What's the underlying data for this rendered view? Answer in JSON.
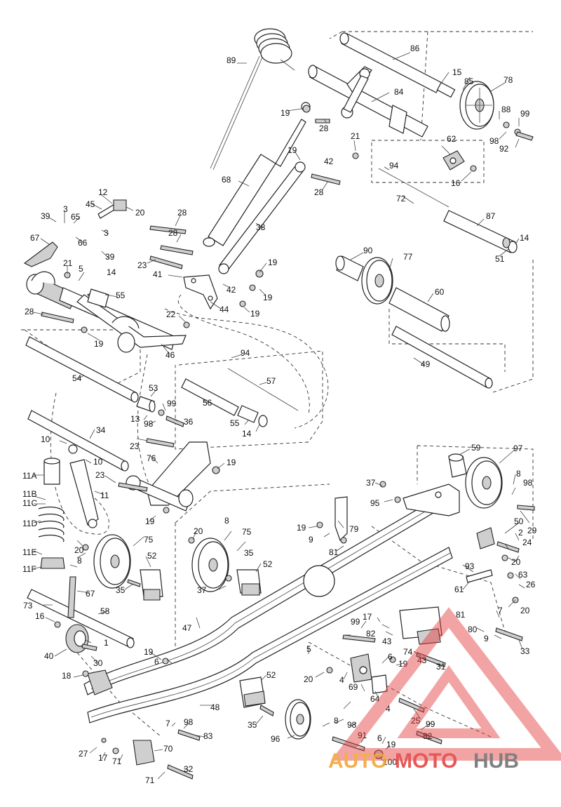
{
  "labels": [
    {
      "id": "p89",
      "text": "89"
    },
    {
      "id": "p86",
      "text": "86"
    },
    {
      "id": "p15",
      "text": "15"
    },
    {
      "id": "p85",
      "text": "85"
    },
    {
      "id": "p78",
      "text": "78"
    },
    {
      "id": "p84",
      "text": "84"
    },
    {
      "id": "p19a",
      "text": "19"
    },
    {
      "id": "p28a",
      "text": "28"
    },
    {
      "id": "p88",
      "text": "88"
    },
    {
      "id": "p99a",
      "text": "99"
    },
    {
      "id": "p98a",
      "text": "98"
    },
    {
      "id": "p92",
      "text": "92"
    },
    {
      "id": "p21a",
      "text": "21"
    },
    {
      "id": "p62",
      "text": "62"
    },
    {
      "id": "p19b",
      "text": "19"
    },
    {
      "id": "p42a",
      "text": "42"
    },
    {
      "id": "p94a",
      "text": "94"
    },
    {
      "id": "p16a",
      "text": "16"
    },
    {
      "id": "p68",
      "text": "68"
    },
    {
      "id": "p28b",
      "text": "28"
    },
    {
      "id": "p72",
      "text": "72"
    },
    {
      "id": "p12",
      "text": "12"
    },
    {
      "id": "p45",
      "text": "45"
    },
    {
      "id": "p20a",
      "text": "20"
    },
    {
      "id": "p39a",
      "text": "39"
    },
    {
      "id": "p3a",
      "text": "3"
    },
    {
      "id": "p65",
      "text": "65"
    },
    {
      "id": "p28c",
      "text": "28"
    },
    {
      "id": "p87",
      "text": "87"
    },
    {
      "id": "p38",
      "text": "38"
    },
    {
      "id": "p14a",
      "text": "14"
    },
    {
      "id": "p67a",
      "text": "67"
    },
    {
      "id": "p3b",
      "text": "3"
    },
    {
      "id": "p66",
      "text": "66"
    },
    {
      "id": "p39b",
      "text": "39"
    },
    {
      "id": "p28d",
      "text": "28"
    },
    {
      "id": "p51",
      "text": "51"
    },
    {
      "id": "p90",
      "text": "90"
    },
    {
      "id": "p77",
      "text": "77"
    },
    {
      "id": "p21b",
      "text": "21"
    },
    {
      "id": "p23a",
      "text": "23"
    },
    {
      "id": "p19c",
      "text": "19"
    },
    {
      "id": "p5a",
      "text": "5"
    },
    {
      "id": "p41",
      "text": "41"
    },
    {
      "id": "p14b",
      "text": "14"
    },
    {
      "id": "p42b",
      "text": "42"
    },
    {
      "id": "p19d",
      "text": "19"
    },
    {
      "id": "p55a",
      "text": "55"
    },
    {
      "id": "p60",
      "text": "60"
    },
    {
      "id": "p44",
      "text": "44"
    },
    {
      "id": "p19e",
      "text": "19"
    },
    {
      "id": "p28e",
      "text": "28"
    },
    {
      "id": "p22",
      "text": "22"
    },
    {
      "id": "p19f",
      "text": "19"
    },
    {
      "id": "p46",
      "text": "46"
    },
    {
      "id": "p49",
      "text": "49"
    },
    {
      "id": "p94b",
      "text": "94"
    },
    {
      "id": "p54",
      "text": "54"
    },
    {
      "id": "p57",
      "text": "57"
    },
    {
      "id": "p53",
      "text": "53"
    },
    {
      "id": "p56",
      "text": "56"
    },
    {
      "id": "p99b",
      "text": "99"
    },
    {
      "id": "p13",
      "text": "13"
    },
    {
      "id": "p98b",
      "text": "98"
    },
    {
      "id": "p36",
      "text": "36"
    },
    {
      "id": "p55b",
      "text": "55"
    },
    {
      "id": "p14c",
      "text": "14"
    },
    {
      "id": "p34",
      "text": "34"
    },
    {
      "id": "p10a",
      "text": "10"
    },
    {
      "id": "p23b",
      "text": "23"
    },
    {
      "id": "p59",
      "text": "59"
    },
    {
      "id": "p97",
      "text": "97"
    },
    {
      "id": "p10b",
      "text": "10"
    },
    {
      "id": "p76",
      "text": "76"
    },
    {
      "id": "p19g",
      "text": "19"
    },
    {
      "id": "p11A",
      "text": "11A"
    },
    {
      "id": "p23c",
      "text": "23"
    },
    {
      "id": "p37a",
      "text": "37"
    },
    {
      "id": "p8a",
      "text": "8"
    },
    {
      "id": "p98c",
      "text": "98"
    },
    {
      "id": "p11B",
      "text": "11B"
    },
    {
      "id": "p11C",
      "text": "11C"
    },
    {
      "id": "p11",
      "text": "11"
    },
    {
      "id": "p95",
      "text": "95"
    },
    {
      "id": "p29",
      "text": "29"
    },
    {
      "id": "p11D",
      "text": "11D"
    },
    {
      "id": "p19h",
      "text": "19"
    },
    {
      "id": "p20b",
      "text": "20"
    },
    {
      "id": "p8b",
      "text": "8"
    },
    {
      "id": "p75a",
      "text": "75"
    },
    {
      "id": "p19i",
      "text": "19"
    },
    {
      "id": "p79",
      "text": "79"
    },
    {
      "id": "p50",
      "text": "50"
    },
    {
      "id": "p9a",
      "text": "9"
    },
    {
      "id": "p2",
      "text": "2"
    },
    {
      "id": "p24",
      "text": "24"
    },
    {
      "id": "p20c",
      "text": "20"
    },
    {
      "id": "p75b",
      "text": "75"
    },
    {
      "id": "p81a",
      "text": "81"
    },
    {
      "id": "p11E",
      "text": "11E"
    },
    {
      "id": "p8c",
      "text": "8"
    },
    {
      "id": "p20d",
      "text": "20"
    },
    {
      "id": "p35a",
      "text": "35"
    },
    {
      "id": "p11F",
      "text": "11F"
    },
    {
      "id": "p52a",
      "text": "52"
    },
    {
      "id": "p52b",
      "text": "52"
    },
    {
      "id": "p93",
      "text": "93"
    },
    {
      "id": "p63",
      "text": "63"
    },
    {
      "id": "p26",
      "text": "26"
    },
    {
      "id": "p35b",
      "text": "35"
    },
    {
      "id": "p37b",
      "text": "37"
    },
    {
      "id": "p61",
      "text": "61"
    },
    {
      "id": "p67b",
      "text": "67"
    },
    {
      "id": "p20e",
      "text": "20"
    },
    {
      "id": "p73",
      "text": "73"
    },
    {
      "id": "p58",
      "text": "58"
    },
    {
      "id": "p7a",
      "text": "7"
    },
    {
      "id": "p81b",
      "text": "81"
    },
    {
      "id": "p16b",
      "text": "16"
    },
    {
      "id": "p17a",
      "text": "17"
    },
    {
      "id": "p47",
      "text": "47"
    },
    {
      "id": "p99c",
      "text": "99"
    },
    {
      "id": "p80",
      "text": "80"
    },
    {
      "id": "p1",
      "text": "1"
    },
    {
      "id": "p82a",
      "text": "82"
    },
    {
      "id": "p43a",
      "text": "43"
    },
    {
      "id": "p74",
      "text": "74"
    },
    {
      "id": "p9b",
      "text": "9"
    },
    {
      "id": "p33",
      "text": "33"
    },
    {
      "id": "p40",
      "text": "40"
    },
    {
      "id": "p30",
      "text": "30"
    },
    {
      "id": "p19j",
      "text": "19"
    },
    {
      "id": "p6a",
      "text": "6"
    },
    {
      "id": "p5b",
      "text": "5"
    },
    {
      "id": "p43b",
      "text": "43"
    },
    {
      "id": "p6b",
      "text": "6"
    },
    {
      "id": "p19k",
      "text": "19"
    },
    {
      "id": "p31",
      "text": "31"
    },
    {
      "id": "p18",
      "text": "18"
    },
    {
      "id": "p52c",
      "text": "52"
    },
    {
      "id": "p20f",
      "text": "20"
    },
    {
      "id": "p4a",
      "text": "4"
    },
    {
      "id": "p69",
      "text": "69"
    },
    {
      "id": "p64",
      "text": "64"
    },
    {
      "id": "p48",
      "text": "48"
    },
    {
      "id": "p4b",
      "text": "4"
    },
    {
      "id": "p25",
      "text": "25"
    },
    {
      "id": "p99d",
      "text": "99"
    },
    {
      "id": "p35c",
      "text": "35"
    },
    {
      "id": "p7b",
      "text": "7"
    },
    {
      "id": "p98d",
      "text": "98"
    },
    {
      "id": "p8d",
      "text": "8"
    },
    {
      "id": "p98e",
      "text": "98"
    },
    {
      "id": "p82b",
      "text": "82"
    },
    {
      "id": "p96",
      "text": "96"
    },
    {
      "id": "p83",
      "text": "83"
    },
    {
      "id": "p91",
      "text": "91"
    },
    {
      "id": "p6c",
      "text": "6"
    },
    {
      "id": "p19l",
      "text": "19"
    },
    {
      "id": "p27",
      "text": "27"
    },
    {
      "id": "p17b",
      "text": "17"
    },
    {
      "id": "p70",
      "text": "70"
    },
    {
      "id": "p71a",
      "text": "71"
    },
    {
      "id": "p100",
      "text": "100"
    },
    {
      "id": "p71b",
      "text": "71"
    },
    {
      "id": "p32",
      "text": "32"
    }
  ],
  "watermark": {
    "part1": "AUTO",
    "part2": "MOTO",
    "part3": "HUB",
    "color_orange": "#f2a22c",
    "color_red": "#e23b3b",
    "color_grey": "#6b6b6b"
  }
}
